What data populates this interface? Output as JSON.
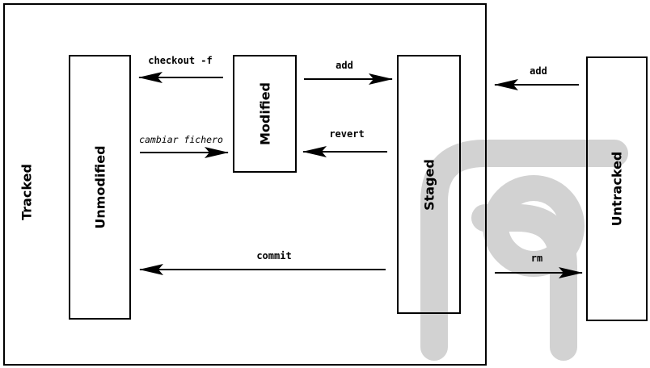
{
  "regions": {
    "tracked": "Tracked"
  },
  "states": {
    "unmodified": "Unmodified",
    "modified": "Modified",
    "staged": "Staged",
    "untracked": "Untracked"
  },
  "transitions": {
    "checkout": "checkout -f",
    "add_modified_staged": "add",
    "change_file": "cambiar fichero",
    "revert": "revert",
    "commit": "commit",
    "add_untracked": "add",
    "rm": "rm"
  },
  "colors": {
    "line": "#000000",
    "watermark": "#d2d2d2"
  }
}
